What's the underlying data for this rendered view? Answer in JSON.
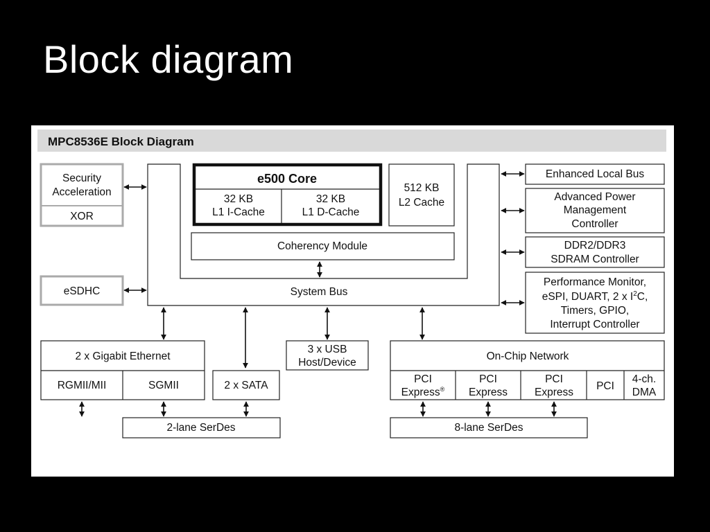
{
  "slide": {
    "title": "Block diagram"
  },
  "diagram": {
    "header": "MPC8536E Block Diagram",
    "blocks": {
      "security_l1": "Security",
      "security_l2": "Acceleration",
      "xor": "XOR",
      "esdhc": "eSDHC",
      "core_title": "e500 Core",
      "l1i_l1": "32 KB",
      "l1i_l2": "L1 I-Cache",
      "l1d_l1": "32 KB",
      "l1d_l2": "L1 D-Cache",
      "l2_l1": "512 KB",
      "l2_l2": "L2 Cache",
      "coherency": "Coherency Module",
      "system_bus": "System Bus",
      "elb": "Enhanced Local Bus",
      "apm_l1": "Advanced Power",
      "apm_l2": "Management",
      "apm_l3": "Controller",
      "ddr_l1": "DDR2/DDR3",
      "ddr_l2": "SDRAM Controller",
      "perf_l1": "Performance Monitor,",
      "perf_l2_pre": "eSPI, DUART, 2 x I",
      "perf_l2_sup": "2",
      "perf_l2_post": "C,",
      "perf_l3": "Timers, GPIO,",
      "perf_l4": "Interrupt Controller",
      "gige": "2 x Gigabit Ethernet",
      "rgmii": "RGMII/MII",
      "sgmii": "SGMII",
      "sata": "2 x SATA",
      "usb_l1": "3 x USB",
      "usb_l2": "Host/Device",
      "onchip": "On-Chip Network",
      "pcie1_l1": "PCI",
      "pcie1_l2": "Express",
      "pcie1_sup": "®",
      "pcie2_l1": "PCI",
      "pcie2_l2": "Express",
      "pcie3_l1": "PCI",
      "pcie3_l2": "Express",
      "pci": "PCI",
      "dma_l1": "4-ch.",
      "dma_l2": "DMA",
      "serdes2": "2-lane SerDes",
      "serdes8": "8-lane SerDes"
    }
  }
}
